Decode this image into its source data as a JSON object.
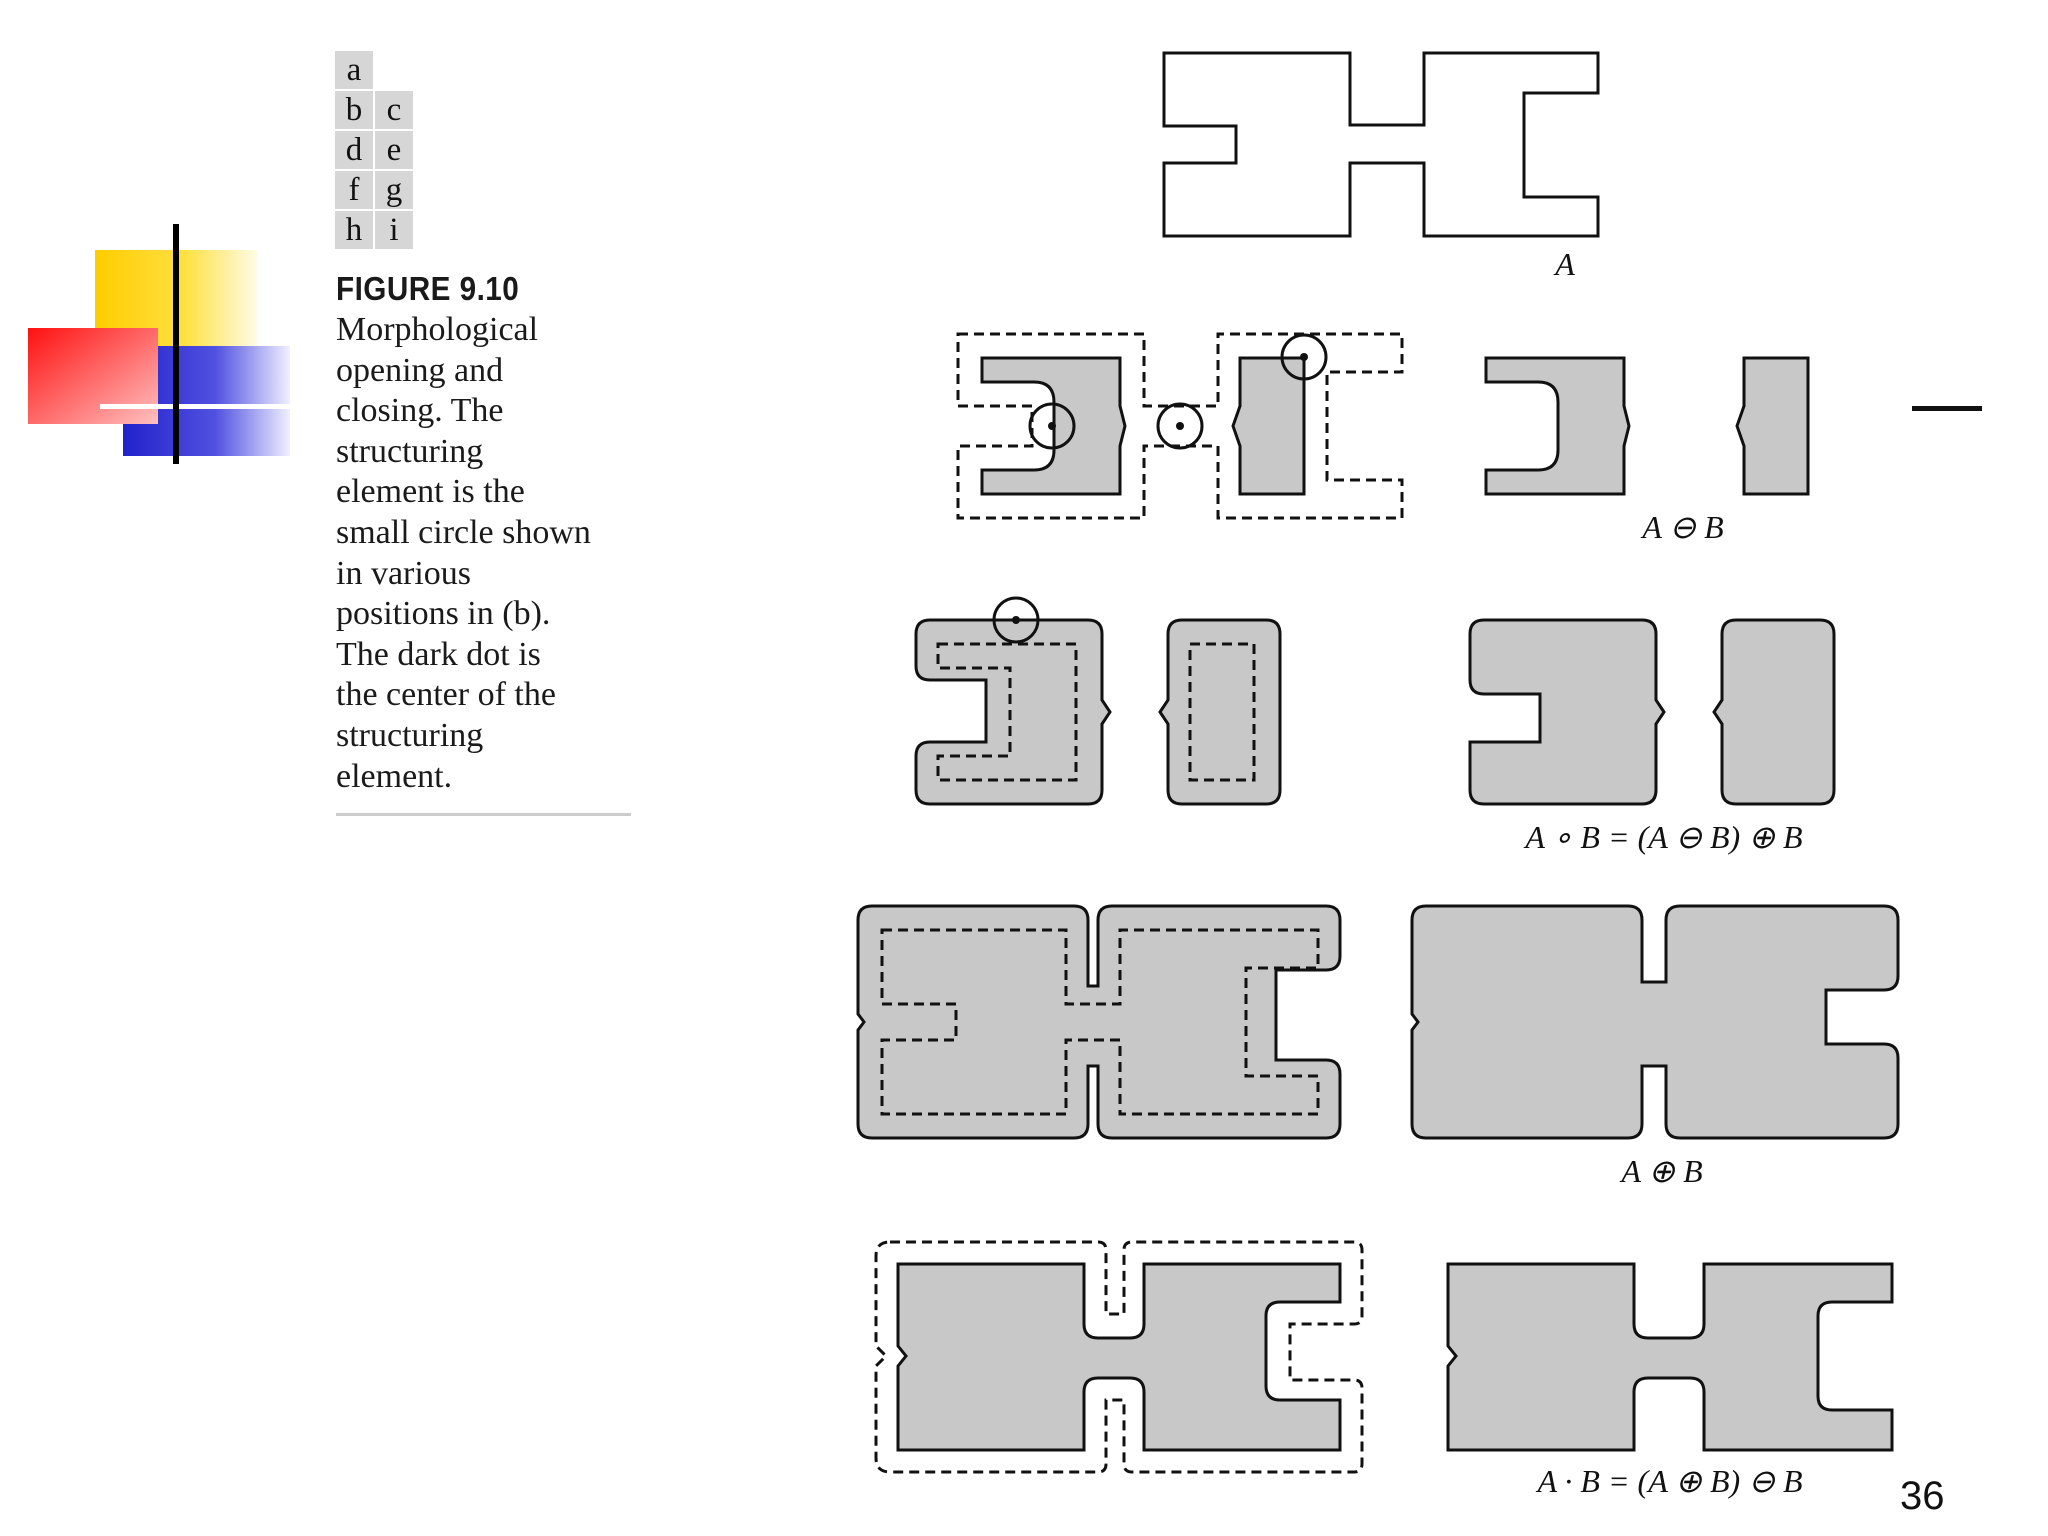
{
  "panel_letters": [
    "a",
    "b",
    "c",
    "d",
    "e",
    "f",
    "g",
    "h",
    "i"
  ],
  "figure": {
    "title": "FIGURE 9.10",
    "caption_lines": [
      "Morphological",
      "opening and",
      "closing. The",
      "structuring",
      "element is the",
      "small circle shown",
      "in various",
      "positions in (b).",
      "The dark dot is",
      "the center of the",
      "structuring",
      "element."
    ]
  },
  "labels": {
    "a": "A",
    "c": "A ⊖ B",
    "e": "A ∘ B = (A ⊖ B) ⊕ B",
    "g": "A ⊕ B",
    "i": "A · B = (A ⊕ B) ⊖ B"
  },
  "page_number": "36",
  "colors": {
    "shape_fill": "#c8c8c8",
    "stroke": "#111111",
    "logo_yellow": "#ffcc00",
    "logo_red": "#ff1a1a",
    "logo_blue": "#2a2ad0"
  }
}
